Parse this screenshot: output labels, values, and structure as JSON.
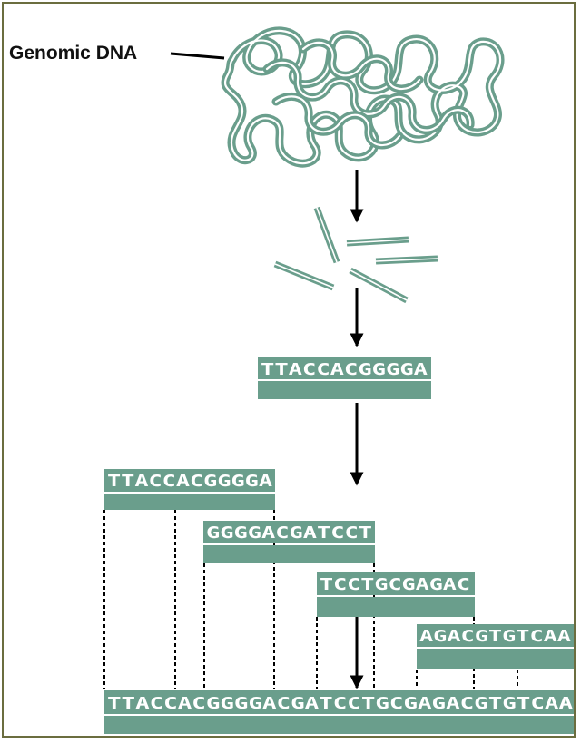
{
  "labels": {
    "genomic_dna": "Genomic DNA"
  },
  "fragments": {
    "single": "TTACCACGGGGA",
    "overlap": [
      "TTACCACGGGGA",
      "GGGGACGATCCT",
      "TCCTGCGAGAC",
      "AGACGTGTCAA"
    ],
    "assembled": "TTACCACGGGGACGATCCTGCGAGACGTGTCAA"
  },
  "colors": {
    "strand": "#6a9e8c",
    "border": "#6b6d3f",
    "arrow": "#000000",
    "text_on_strand": "#ffffff"
  }
}
